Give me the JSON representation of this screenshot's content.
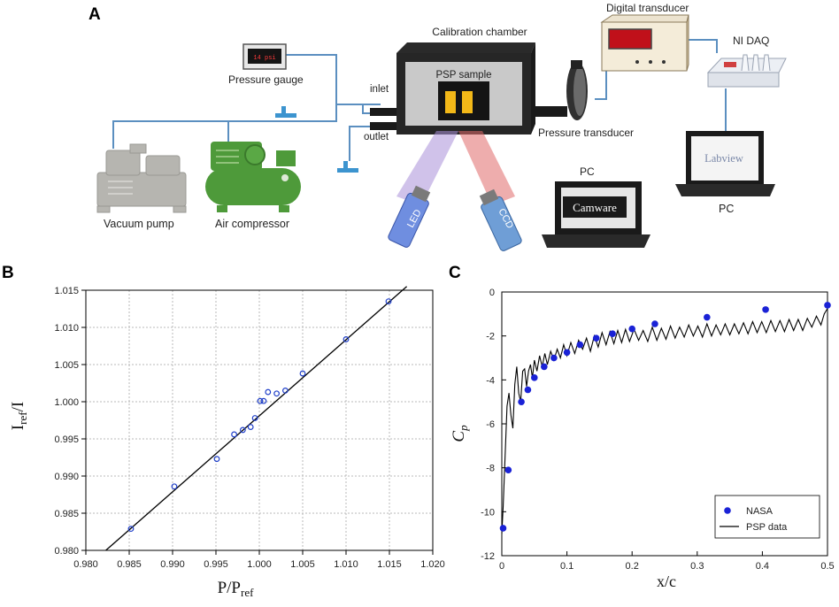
{
  "panel_a": {
    "letter": "A",
    "labels": {
      "pressure_gauge": "Pressure gauge",
      "gauge_readout": "14 psi",
      "calibration_chamber": "Calibration chamber",
      "psp_sample": "PSP sample",
      "inlet": "inlet",
      "outlet": "outlet",
      "digital_transducer": "Digital transducer",
      "ni_daq": "NI DAQ",
      "pressure_transducer": "Pressure transducer",
      "vacuum_pump": "Vacuum pump",
      "air_compressor": "Air compressor",
      "led": "LED",
      "ccd": "CCD",
      "pc_camware": "PC",
      "camware": "Camware",
      "pc_labview": "PC",
      "labview": "Labview"
    },
    "colors": {
      "pipe": "#5b8fc0",
      "valve": "#3c94cf",
      "compressor": "#4e9a3a",
      "pump": "#b6b5b0",
      "display_red": "#c0101a",
      "led_beam": "#a98fd8",
      "ccd_beam": "#e06a6a",
      "psp": "#f2b818"
    }
  },
  "panel_b": {
    "letter": "B",
    "chart_data": {
      "type": "scatter",
      "xlabel": "P/P",
      "xlabel_sub": "ref",
      "ylabel": "I",
      "ylabel_sub": "ref",
      "ylabel_tail": "/I",
      "xlim": [
        0.98,
        1.02
      ],
      "ylim": [
        0.98,
        1.015
      ],
      "xticks": [
        "0.980",
        "0.985",
        "0.990",
        "0.995",
        "1.000",
        "1.005",
        "1.010",
        "1.015",
        "1.020"
      ],
      "yticks": [
        "0.980",
        "0.985",
        "0.990",
        "0.995",
        "1.000",
        "1.005",
        "1.010",
        "1.015"
      ],
      "grid": true,
      "points": [
        [
          0.9852,
          0.9829
        ],
        [
          0.9902,
          0.9886
        ],
        [
          0.9951,
          0.9923
        ],
        [
          0.9971,
          0.9956
        ],
        [
          0.9981,
          0.9962
        ],
        [
          0.999,
          0.9966
        ],
        [
          0.9995,
          0.9978
        ],
        [
          1.0001,
          1.0001
        ],
        [
          1.0005,
          1.0001
        ],
        [
          1.001,
          1.0013
        ],
        [
          1.002,
          1.0011
        ],
        [
          1.003,
          1.0015
        ],
        [
          1.005,
          1.0038
        ],
        [
          1.01,
          1.0084
        ],
        [
          1.0149,
          1.0135
        ]
      ],
      "fit_line": [
        [
          0.9823,
          0.98
        ],
        [
          1.017,
          1.0155
        ]
      ],
      "marker_color": "#1f3fc9"
    }
  },
  "panel_c": {
    "letter": "C",
    "chart_data": {
      "type": "line",
      "xlabel": "x/c",
      "ylabel": "C",
      "ylabel_sub": "p",
      "xlim": [
        0,
        0.5
      ],
      "ylim": [
        -12,
        0
      ],
      "xticks": [
        "0",
        "0.1",
        "0.2",
        "0.3",
        "0.4",
        "0.5"
      ],
      "yticks": [
        "0",
        "-2",
        "-4",
        "-6",
        "-8",
        "-10",
        "-12"
      ],
      "series": [
        {
          "name": "NASA",
          "kind": "markers",
          "color": "#1a22d6",
          "points": [
            [
              0.002,
              -10.75
            ],
            [
              0.01,
              -8.1
            ],
            [
              0.03,
              -5.0
            ],
            [
              0.04,
              -4.45
            ],
            [
              0.05,
              -3.9
            ],
            [
              0.065,
              -3.4
            ],
            [
              0.08,
              -3.0
            ],
            [
              0.1,
              -2.75
            ],
            [
              0.12,
              -2.4
            ],
            [
              0.145,
              -2.1
            ],
            [
              0.17,
              -1.9
            ],
            [
              0.2,
              -1.68
            ],
            [
              0.235,
              -1.45
            ],
            [
              0.315,
              -1.15
            ],
            [
              0.405,
              -0.8
            ],
            [
              0.5,
              -0.6
            ]
          ]
        },
        {
          "name": "PSP data",
          "kind": "line",
          "color": "#000000",
          "points": [
            [
              0.0,
              -11.0
            ],
            [
              0.002,
              -9.8
            ],
            [
              0.005,
              -7.5
            ],
            [
              0.008,
              -5.2
            ],
            [
              0.011,
              -4.6
            ],
            [
              0.014,
              -5.6
            ],
            [
              0.017,
              -6.2
            ],
            [
              0.02,
              -4.2
            ],
            [
              0.023,
              -3.4
            ],
            [
              0.026,
              -4.6
            ],
            [
              0.029,
              -5.0
            ],
            [
              0.032,
              -3.6
            ],
            [
              0.035,
              -3.5
            ],
            [
              0.038,
              -4.3
            ],
            [
              0.041,
              -3.6
            ],
            [
              0.044,
              -3.3
            ],
            [
              0.047,
              -3.9
            ],
            [
              0.05,
              -3.1
            ],
            [
              0.054,
              -3.6
            ],
            [
              0.058,
              -2.9
            ],
            [
              0.062,
              -3.4
            ],
            [
              0.066,
              -2.8
            ],
            [
              0.07,
              -3.3
            ],
            [
              0.075,
              -2.7
            ],
            [
              0.08,
              -3.1
            ],
            [
              0.085,
              -2.6
            ],
            [
              0.09,
              -3.0
            ],
            [
              0.095,
              -2.4
            ],
            [
              0.1,
              -2.9
            ],
            [
              0.106,
              -2.3
            ],
            [
              0.112,
              -2.8
            ],
            [
              0.118,
              -2.2
            ],
            [
              0.124,
              -2.6
            ],
            [
              0.13,
              -2.1
            ],
            [
              0.136,
              -2.7
            ],
            [
              0.142,
              -2.0
            ],
            [
              0.148,
              -2.5
            ],
            [
              0.154,
              -1.85
            ],
            [
              0.16,
              -2.4
            ],
            [
              0.166,
              -1.8
            ],
            [
              0.172,
              -2.35
            ],
            [
              0.178,
              -1.75
            ],
            [
              0.184,
              -2.3
            ],
            [
              0.19,
              -1.7
            ],
            [
              0.196,
              -2.25
            ],
            [
              0.203,
              -1.7
            ],
            [
              0.21,
              -2.2
            ],
            [
              0.217,
              -1.75
            ],
            [
              0.224,
              -2.25
            ],
            [
              0.231,
              -1.6
            ],
            [
              0.238,
              -2.2
            ],
            [
              0.245,
              -1.65
            ],
            [
              0.252,
              -2.15
            ],
            [
              0.259,
              -1.55
            ],
            [
              0.266,
              -2.1
            ],
            [
              0.273,
              -1.6
            ],
            [
              0.28,
              -2.05
            ],
            [
              0.287,
              -1.5
            ],
            [
              0.294,
              -2.0
            ],
            [
              0.301,
              -1.55
            ],
            [
              0.308,
              -2.05
            ],
            [
              0.315,
              -1.45
            ],
            [
              0.322,
              -2.0
            ],
            [
              0.329,
              -1.5
            ],
            [
              0.336,
              -1.95
            ],
            [
              0.343,
              -1.45
            ],
            [
              0.35,
              -1.95
            ],
            [
              0.357,
              -1.45
            ],
            [
              0.364,
              -1.9
            ],
            [
              0.371,
              -1.4
            ],
            [
              0.378,
              -1.9
            ],
            [
              0.385,
              -1.35
            ],
            [
              0.392,
              -1.85
            ],
            [
              0.399,
              -1.35
            ],
            [
              0.406,
              -1.85
            ],
            [
              0.413,
              -1.3
            ],
            [
              0.42,
              -1.8
            ],
            [
              0.427,
              -1.3
            ],
            [
              0.434,
              -1.8
            ],
            [
              0.441,
              -1.25
            ],
            [
              0.448,
              -1.75
            ],
            [
              0.455,
              -1.25
            ],
            [
              0.462,
              -1.75
            ],
            [
              0.469,
              -1.2
            ],
            [
              0.476,
              -1.6
            ],
            [
              0.483,
              -1.1
            ],
            [
              0.49,
              -1.5
            ],
            [
              0.495,
              -1.0
            ],
            [
              0.5,
              -0.75
            ]
          ]
        }
      ],
      "legend": "bottom-right"
    }
  }
}
